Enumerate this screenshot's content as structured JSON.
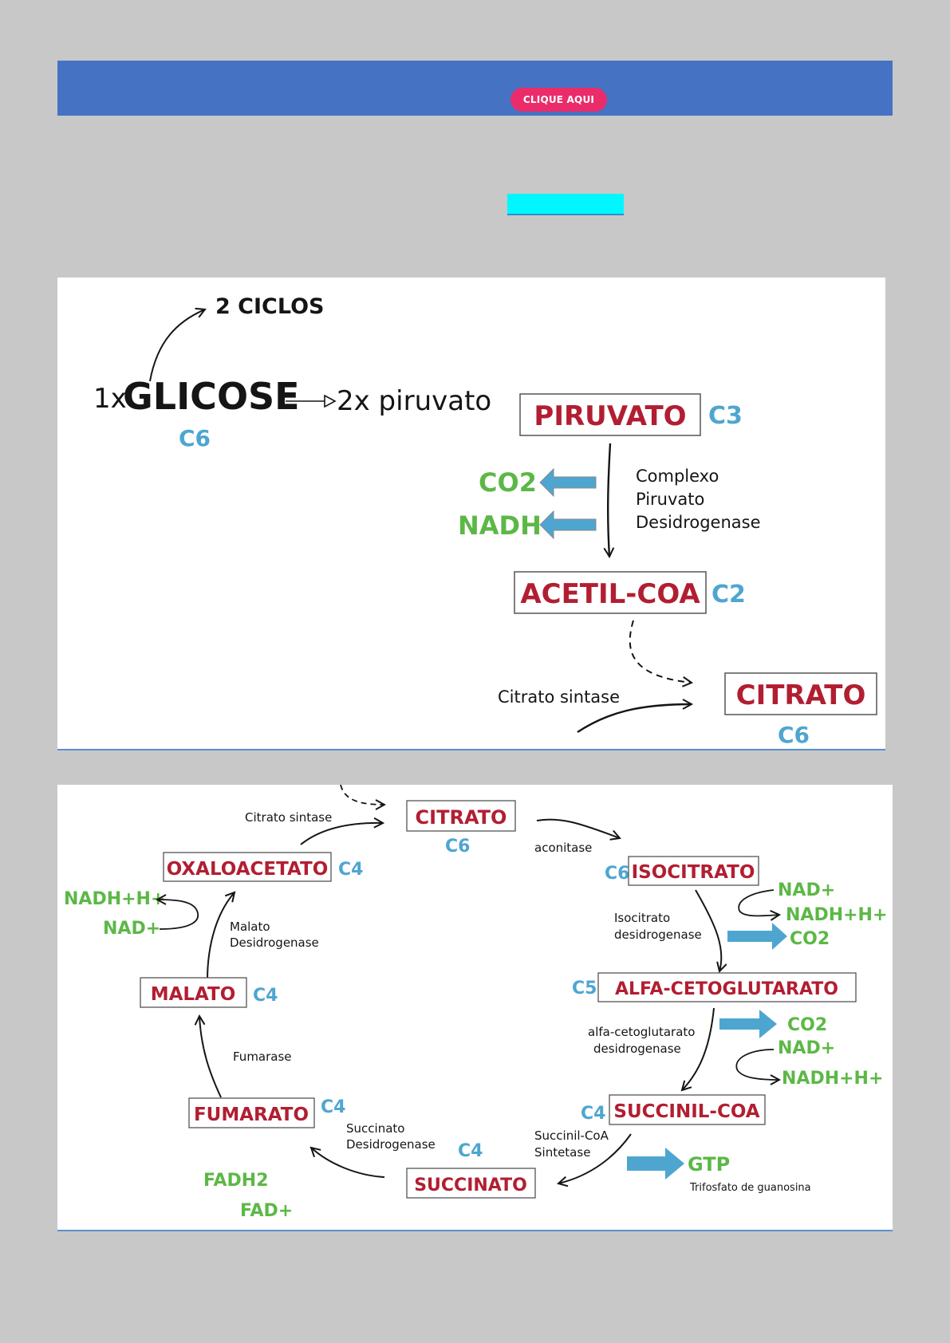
{
  "banner": {
    "cta_label": "CLIQUE AQUI"
  },
  "highlight": {
    "text": ""
  },
  "diagram1": {
    "ciclos": "2 CICLOS",
    "glicose_prefix": "1x",
    "glicose": "GLICOSE",
    "glicose_c": "C6",
    "piruvato_yield": "2x piruvato",
    "piruvato": "PIRUVATO",
    "piruvato_c": "C3",
    "co2": "CO2",
    "nadh": "NADH",
    "complexo": [
      "Complexo",
      "Piruvato",
      "Desidrogenase"
    ],
    "acetil": "ACETIL-COA",
    "acetil_c": "C2",
    "citrato_sintase": "Citrato sintase",
    "citrato": "CITRATO",
    "citrato_c": "C6"
  },
  "diagram2": {
    "citrato_sintase": "Citrato sintase",
    "citrato": "CITRATO",
    "citrato_c": "C6",
    "aconitase": "aconitase",
    "oxaloacetato": "OXALOACETATO",
    "oxaloacetato_c": "C4",
    "isocitrato": "ISOCITRATO",
    "isocitrato_c": "C6",
    "nad_plus": "NAD+",
    "nadh_h": "NADH+H+",
    "malato_desidrogenase": [
      "Malato",
      "Desidrogenase"
    ],
    "isocitrato_desidrogenase": [
      "Isocitrato",
      "desidrogenase"
    ],
    "co2": "CO2",
    "malato": "MALATO",
    "malato_c": "C4",
    "alfa": "ALFA-CETOGLUTARATO",
    "alfa_c": "C5",
    "alfa_desidrogenase": [
      "alfa-cetoglutarato",
      "desidrogenase"
    ],
    "fumarase": "Fumarase",
    "fumarato": "FUMARATO",
    "fumarato_c": "C4",
    "succinil": "SUCCINIL-COA",
    "succinil_c": "C4",
    "succinato_desidrogenase": [
      "Succinato",
      "Desidrogenase"
    ],
    "succinil_sintetase": [
      "Succinil-CoA",
      "Sintetase"
    ],
    "succinato_c": "C4",
    "gtp": "GTP",
    "gtp_desc": "Trifosfato de guanosina",
    "fadh2": "FADH2",
    "fad": "FAD+",
    "succinato": "SUCCINATO"
  },
  "colors": {
    "banner": "#4672c4",
    "cta": "#ea2c6a",
    "highlight": "#00f7ff",
    "metabolite": "#b21e31",
    "carbon": "#4ea6d0",
    "cofactor": "#5cb846",
    "arrow": "#4ea6d0"
  },
  "icons": [
    "double-arrow-icon",
    "process-arrow-icon"
  ]
}
